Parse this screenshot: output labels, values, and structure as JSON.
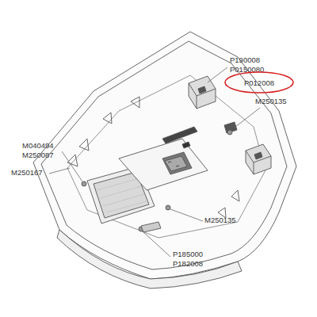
{
  "diagram": {
    "nodes": [
      {
        "text": [
          "P012008"
        ]
      }
    ],
    "labels": [
      "P190008",
      "P0150080",
      "M250135",
      "M040494",
      "M250087",
      "M250167",
      "M250135",
      "P185000",
      "P182008"
    ]
  }
}
